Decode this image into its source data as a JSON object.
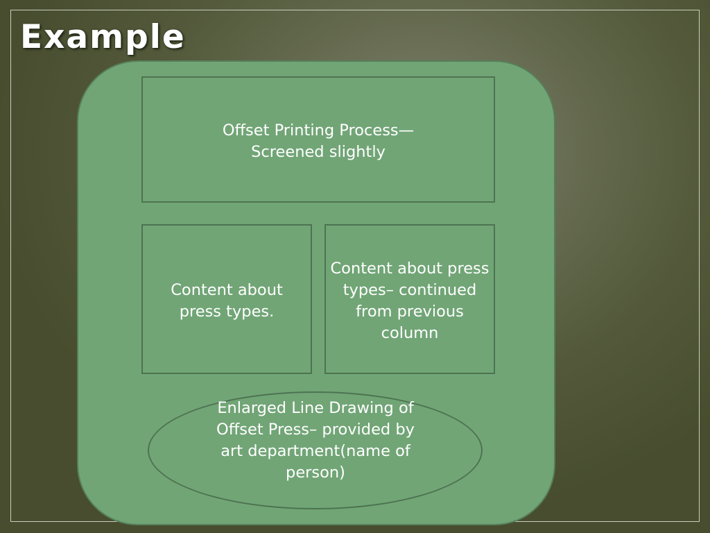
{
  "slide": {
    "title": "Example"
  },
  "diagram": {
    "top_box": {
      "text": "Offset Printing Process— Screened slightly"
    },
    "left_box": {
      "text": "Content about press types."
    },
    "right_box": {
      "text": "Content about press types– continued from previous column"
    },
    "ellipse": {
      "text": "Enlarged Line Drawing of Offset Press– provided by art department(name of person)"
    }
  },
  "colors": {
    "background": "#53593a",
    "panel_fill": "#71a576",
    "panel_border": "#577f5b",
    "box_border": "#4d7351",
    "text": "#ffffff",
    "frame_border": "#c9cfc0"
  }
}
